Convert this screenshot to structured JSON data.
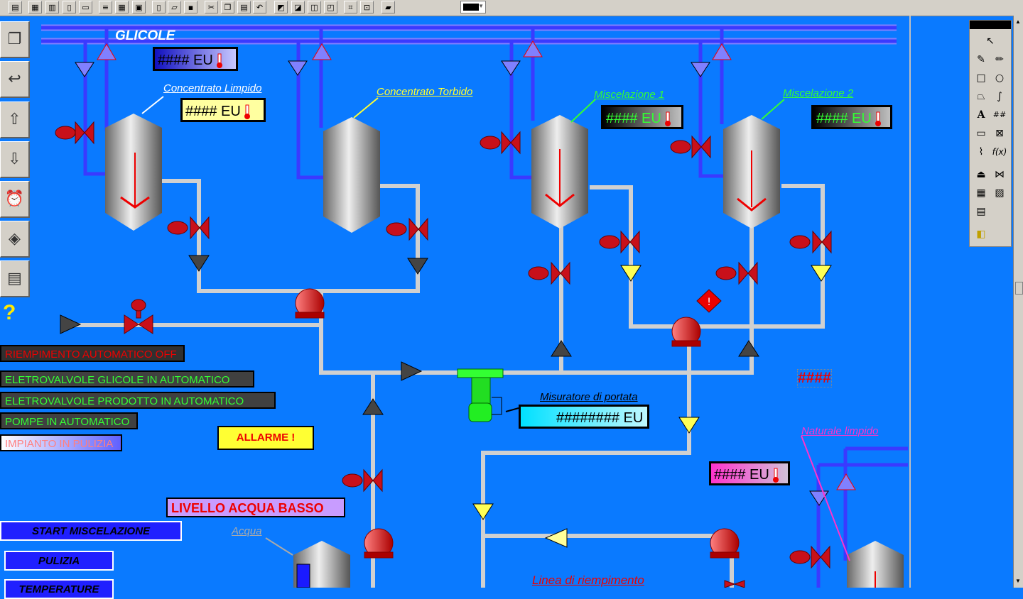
{
  "toolbar": {
    "buttons": [
      "app-icon",
      "tag-icon",
      "chart-icon",
      "doc-icon",
      "print-icon",
      "sort-icon",
      "grid-icon",
      "window-icon",
      "new-icon",
      "open-icon",
      "save-icon",
      "cut-icon",
      "copy-icon",
      "paste-icon",
      "undo-icon",
      "group-icon",
      "ungroup-icon",
      "align-icon",
      "resize-icon",
      "move-icon",
      "book-icon"
    ],
    "color": "#000000"
  },
  "labels": {
    "glicole": "GLICOLE",
    "concentrato_limpido": "Concentrato Limpido",
    "concentrato_torbido": "Concentrato Torbido",
    "miscelazione_1": "Miscelazione 1",
    "miscelazione_2": "Miscelazione 2",
    "misuratore": "Misuratore di portata",
    "naturale_limpido": "Naturale limpido",
    "acqua": "Acqua",
    "linea_riempimento": "Linea di riempimento"
  },
  "readouts": {
    "glicole": "#### EU",
    "conc_limpido": "#### EU",
    "miscelazione_1": "#### EU",
    "miscelazione_2": "#### EU",
    "portata": "######## EU",
    "naturale": "#### EU",
    "free_value": "####"
  },
  "status": {
    "riempimento": "RIEMPIMENTO AUTOMATICO OFF",
    "valvole_glicole": "ELETROVALVOLE GLICOLE IN AUTOMATICO",
    "valvole_prodotto": "ELETROVALVOLE PRODOTTO IN AUTOMATICO",
    "pompe": "POMPE IN AUTOMATICO",
    "pulizia_impianto": "IMPIANTO IN PULIZIA",
    "allarme": "ALLARME !",
    "livello_acqua": "LIVELLO ACQUA BASSO"
  },
  "commands": {
    "start": "START MISCELAZIONE",
    "pulizia": "PULIZIA",
    "temperature": "TEMPERATURE"
  },
  "nav": [
    "restore-icon",
    "back-icon",
    "up-arrow-icon",
    "down-arrow-icon",
    "alarm-clock-icon",
    "warning-icon",
    "report-icon"
  ],
  "colors": {
    "background": "#0a7aff",
    "pipe": "#c8c8c8",
    "glycol_pipe": "#3a3aff",
    "valve": "#d0101a",
    "green_text": "#33ff33",
    "yellow_text": "#ffff33"
  }
}
